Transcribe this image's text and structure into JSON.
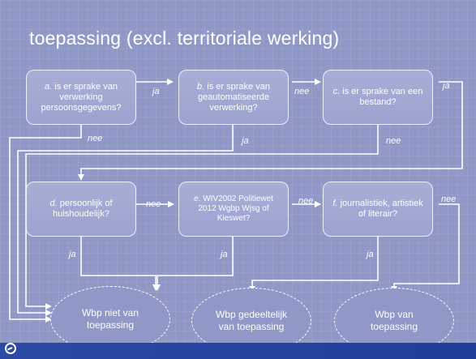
{
  "title": "toepassing (excl. territoriale werking)",
  "boxes": {
    "a": {
      "letter": "a.",
      "text": "is er sprake van verwerking persoonsgegevens?"
    },
    "b": {
      "letter": "b.",
      "text": "is er sprake van geautomatiseerde verwerking?"
    },
    "c": {
      "letter": "c.",
      "text": "is er sprake van een bestand?"
    },
    "d": {
      "letter": "d.",
      "text": "persoonlijk of huishoudelijk?"
    },
    "e": {
      "letter": "e.",
      "text": "WIV2002 Politiewet 2012 Wgbp Wjsg of Kieswet?"
    },
    "f": {
      "letter": "f.",
      "text": "journalistiek, artistiek of literair?"
    }
  },
  "outcomes": {
    "niet": "Wbp niet van toepassing",
    "gedeeltelijk": "Wbp gedeeltelijk van toepassing",
    "van": "Wbp van toepassing"
  },
  "labels": {
    "ja": "ja",
    "nee": "nee"
  },
  "colors": {
    "background": "#8f98c6",
    "box": "#a4aad4",
    "bar": "#2b4aa6",
    "line": "#ffffff"
  }
}
